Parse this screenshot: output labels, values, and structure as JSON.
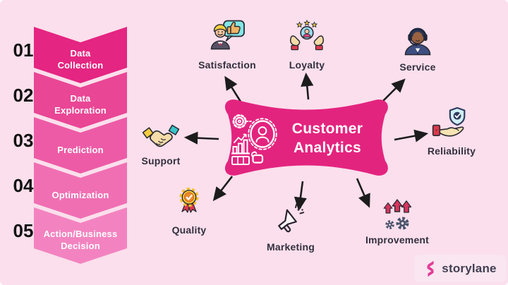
{
  "title": "Customer Analytics infographic",
  "colors": {
    "background": "#FBDFEC",
    "accent": "#E3247F",
    "arrow": "#1C1C1C",
    "label_text": "#33303F",
    "number_text": "#111111",
    "brand_badge_bg": "#F9E6F0",
    "brand_glyph": "#E23C96"
  },
  "process_steps": {
    "items": [
      {
        "number": "01",
        "label": "Data\nCollection",
        "color": "#E42581"
      },
      {
        "number": "02",
        "label": "Data\nExploration",
        "color": "#E94695"
      },
      {
        "number": "03",
        "label": "Prediction",
        "color": "#ED5BA6"
      },
      {
        "number": "04",
        "label": "Optimization",
        "color": "#F06FB3"
      },
      {
        "number": "05",
        "label": "Action/Business\nDecision",
        "color": "#F383C0"
      }
    ]
  },
  "hub": {
    "title": "Customer\nAnalytics",
    "color": "#E3247F",
    "icon": "analytics-person-gear-chart-icon"
  },
  "satellites": [
    {
      "label": "Satisfaction",
      "icon": "customer-feedback-thumbs-up-icon"
    },
    {
      "label": "Loyalty",
      "icon": "hands-holding-customer-icon"
    },
    {
      "label": "Service",
      "icon": "service-agent-headset-icon"
    },
    {
      "label": "Reliability",
      "icon": "hand-shield-check-icon"
    },
    {
      "label": "Improvement",
      "icon": "growth-arrows-gears-icon"
    },
    {
      "label": "Marketing",
      "icon": "megaphone-icon"
    },
    {
      "label": "Quality",
      "icon": "quality-medal-icon"
    },
    {
      "label": "Support",
      "icon": "handshake-icon"
    }
  ],
  "brand": {
    "name": "storylane"
  }
}
